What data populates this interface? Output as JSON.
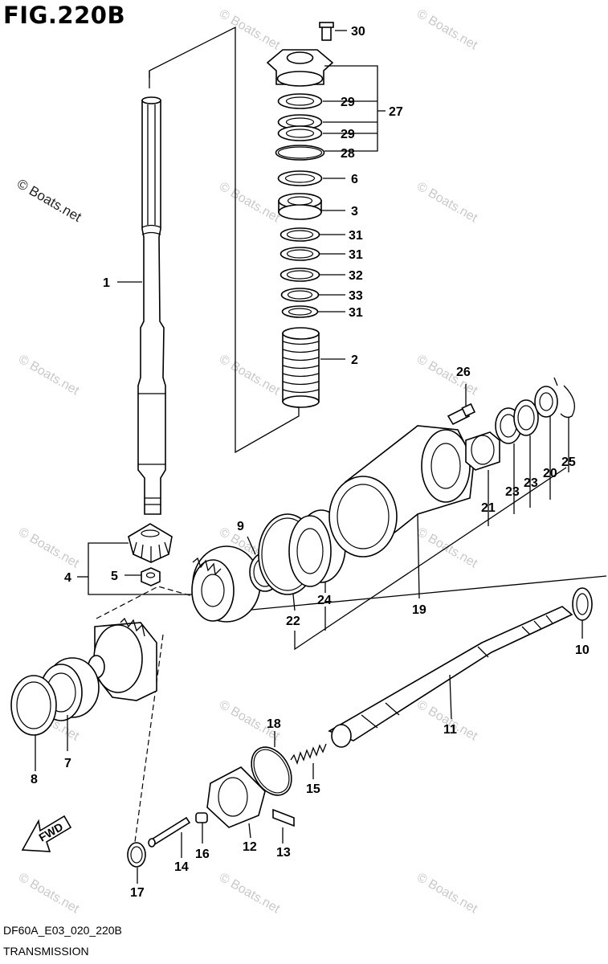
{
  "figure": {
    "title": "FIG.220B",
    "diagram_code": "DF60A_E03_020_220B",
    "caption": "TRANSMISSION",
    "direction_label": "FWD"
  },
  "watermark": {
    "text": "© Boats.net",
    "color": "#c9c9c9"
  },
  "callouts": {
    "c1": "1",
    "c2": "2",
    "c3": "3",
    "c4": "4",
    "c5": "5",
    "c6": "6",
    "c7": "7",
    "c8": "8",
    "c9": "9",
    "c10": "10",
    "c11": "11",
    "c12": "12",
    "c13": "13",
    "c14": "14",
    "c15": "15",
    "c16": "16",
    "c17": "17",
    "c18": "18",
    "c19": "19",
    "c20": "20",
    "c21": "21",
    "c22": "22",
    "c23a": "23",
    "c23b": "23",
    "c24": "24",
    "c25": "25",
    "c26": "26",
    "c27": "27",
    "c28": "28",
    "c29a": "29",
    "c29b": "29",
    "c30": "30",
    "c31a": "31",
    "c31b": "31",
    "c31c": "31",
    "c32": "32",
    "c33": "33"
  },
  "icons": {
    "fwd_arrow": "fwd-arrow-icon"
  }
}
